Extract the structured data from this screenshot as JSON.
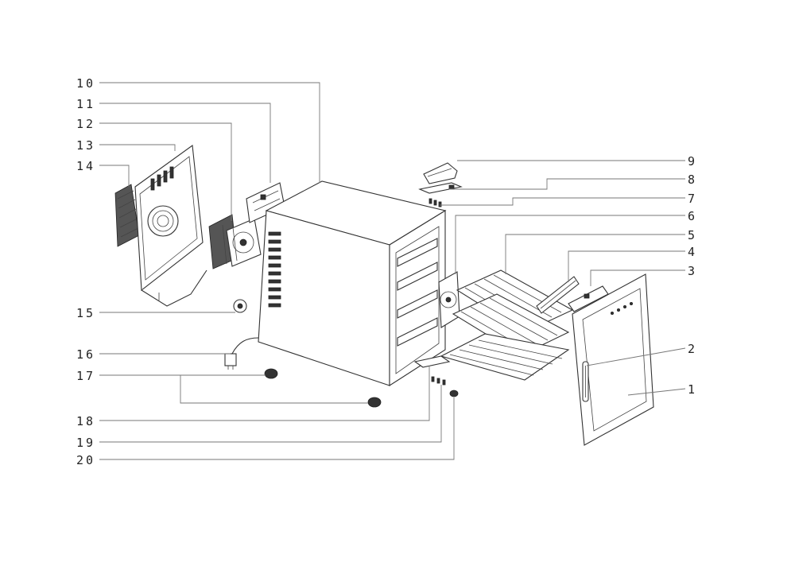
{
  "callouts": [
    {
      "id": "1",
      "label": "1"
    },
    {
      "id": "2",
      "label": "2"
    },
    {
      "id": "3",
      "label": "3"
    },
    {
      "id": "4",
      "label": "4"
    },
    {
      "id": "5",
      "label": "5"
    },
    {
      "id": "6",
      "label": "6"
    },
    {
      "id": "7",
      "label": "7"
    },
    {
      "id": "8",
      "label": "8"
    },
    {
      "id": "9",
      "label": "9"
    },
    {
      "id": "10",
      "label": "10"
    },
    {
      "id": "11",
      "label": "11"
    },
    {
      "id": "12",
      "label": "12"
    },
    {
      "id": "13",
      "label": "13"
    },
    {
      "id": "14",
      "label": "14"
    },
    {
      "id": "15",
      "label": "15"
    },
    {
      "id": "16",
      "label": "16"
    },
    {
      "id": "17",
      "label": "17"
    },
    {
      "id": "18",
      "label": "18"
    },
    {
      "id": "19",
      "label": "19"
    },
    {
      "id": "20",
      "label": "20"
    }
  ],
  "colors": {
    "line": "#333333",
    "leader": "#777777",
    "background": "#ffffff"
  }
}
